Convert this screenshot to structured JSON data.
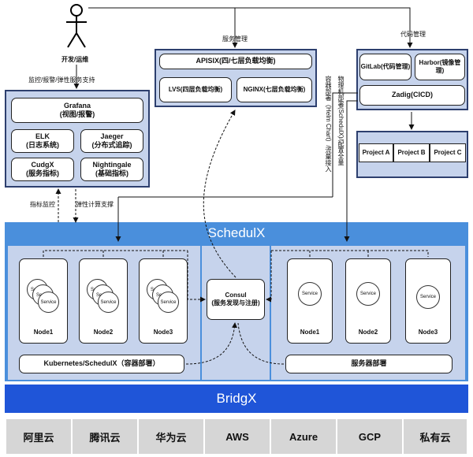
{
  "actor": {
    "label": "开发/运维"
  },
  "edge_labels": {
    "monitor_support": "监控/报警/弹性服务支持",
    "service_mgmt": "服务管理",
    "code_mgmt": "代码管理",
    "metric_monitor": "指标监控",
    "elastic_support": "弹性计算支撑",
    "helm_deploy": "容器部署（Helm Chart）/流量接入",
    "physical_deploy": "物理机部署(SchedulX)/配置全量"
  },
  "monitoring": {
    "grafana": "Grafana\n(视图/报警)",
    "elk": "ELK\n(日志系统)",
    "jaeger": "Jaeger\n(分布式追踪)",
    "cudgx": "CudgX\n(服务指标)",
    "nightingale": "Nightingale\n(基础指标)"
  },
  "gateway": {
    "apisix": "APISIX(四/七层负载均衡)",
    "lvs": "LVS(四层负载均衡)",
    "nginx": "NGINX(七层负载均衡)"
  },
  "cicd": {
    "gitlab": "GitLab(代码管理)",
    "harbor": "Harbor(镜像管理)",
    "zadig": "Zadig(CICD)",
    "projects": [
      "Project A",
      "Project B",
      "Project C"
    ]
  },
  "schedulx": {
    "title": "SchedulX",
    "consul": "Consul\n(服务发现与注册)",
    "left_nodes": [
      "Node1",
      "Node2",
      "Node3"
    ],
    "right_nodes": [
      "Node1",
      "Node2",
      "Node3"
    ],
    "service_label": "Service",
    "service_partial": "Se",
    "k8s_label": "Kubernetes/SchedulX（容器部署）",
    "server_label": "服务器部署"
  },
  "bridgx": {
    "title": "BridgX"
  },
  "clouds": [
    "阿里云",
    "腾讯云",
    "华为云",
    "AWS",
    "Azure",
    "GCP",
    "私有云"
  ],
  "colors": {
    "group_fill": "#c6d3ec",
    "group_border": "#2d3f6e",
    "schedulx_blue": "#4a8fdc",
    "bridgx_blue": "#1f55d8",
    "cloud_gray": "#d6d6d6"
  }
}
